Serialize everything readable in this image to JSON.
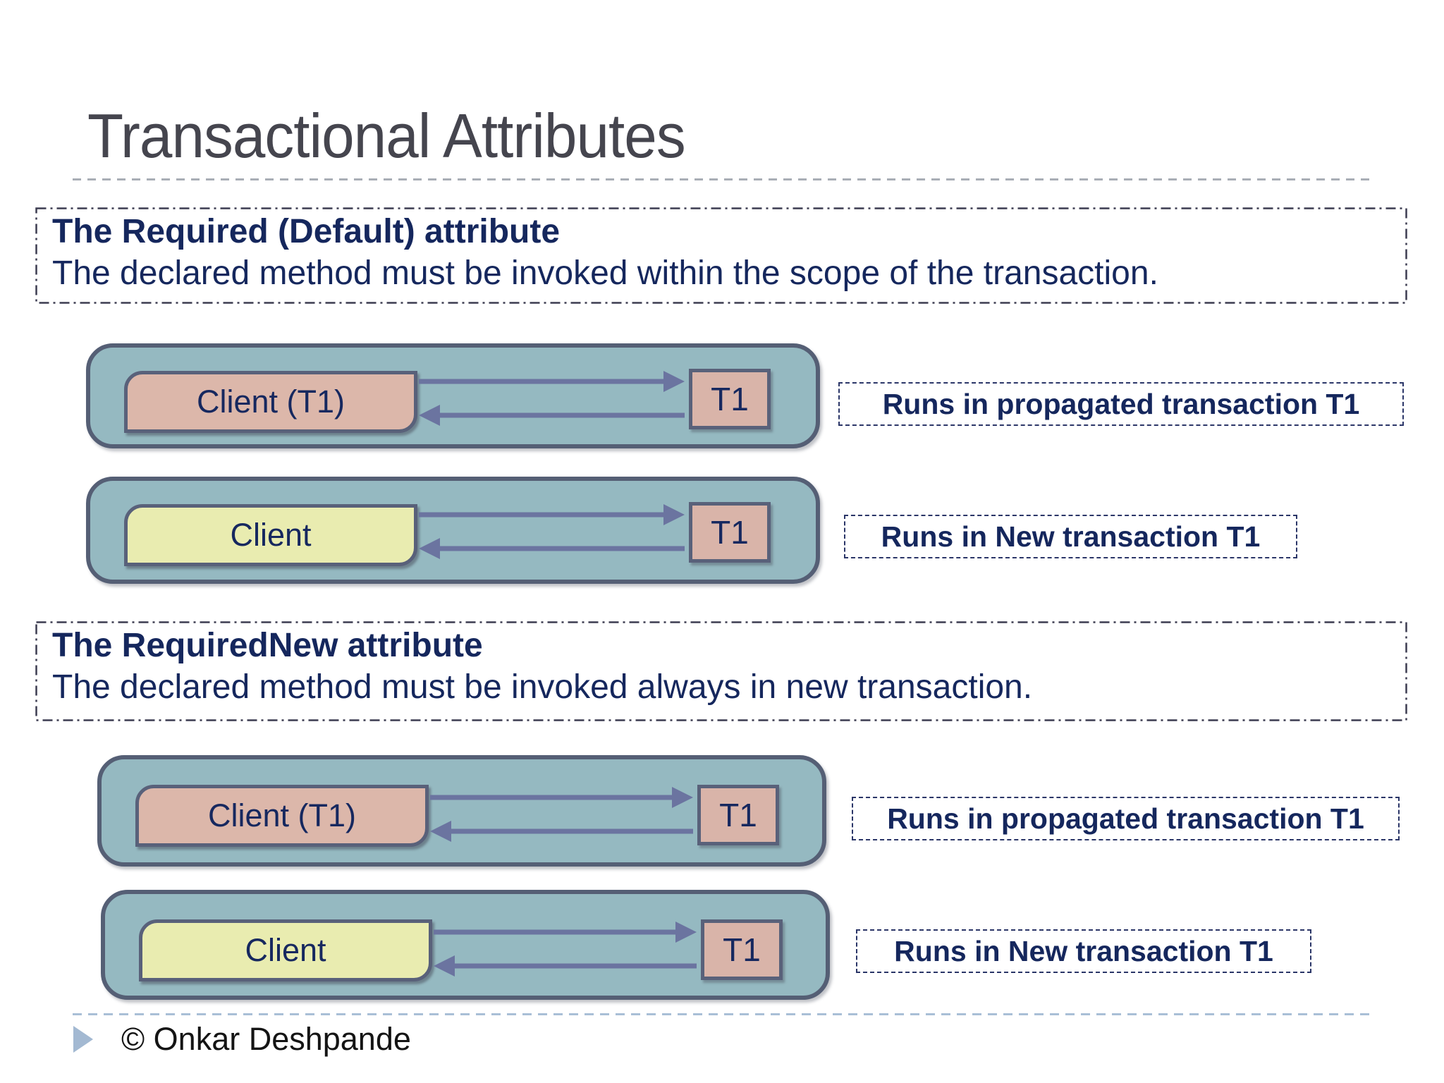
{
  "slide": {
    "title": "Transactional Attributes",
    "footer_text": "© Onkar Deshpande"
  },
  "sections": [
    {
      "heading": "The Required (Default) attribute",
      "description": "The declared method must be invoked within the scope of the transaction.",
      "diagrams": [
        {
          "client_label": "Client (T1)",
          "service_label": "T1",
          "result_label": "Runs in propagated transaction T1"
        },
        {
          "client_label": "Client",
          "service_label": "T1",
          "result_label": "Runs in New transaction T1"
        }
      ]
    },
    {
      "heading": "The RequiredNew attribute",
      "description": "The declared method must be invoked always in new transaction.",
      "diagrams": [
        {
          "client_label": "Client (T1)",
          "service_label": "T1",
          "result_label": "Runs in propagated transaction T1"
        },
        {
          "client_label": "Client",
          "service_label": "T1",
          "result_label": "Runs in New transaction T1"
        }
      ]
    }
  ],
  "colors": {
    "text_navy": "#16285f",
    "title_gray": "#45454e",
    "container_fill": "#95b9c1",
    "container_border": "#555f75",
    "client_pink": "#dcb7aa",
    "client_yellow": "#e9ecb0",
    "service_fill": "#d9b4a9",
    "arrow": "#6b74a0",
    "footer_marker": "#a3b9d2"
  }
}
